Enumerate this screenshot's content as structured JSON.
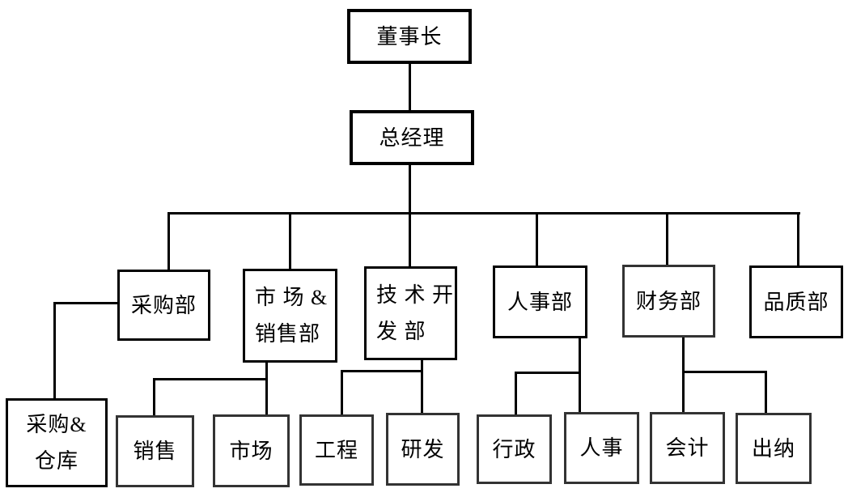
{
  "diagram": {
    "type": "org-chart",
    "background": "#ffffff",
    "colors": {
      "line": "#000000",
      "box_border": "#000000",
      "box_border_secondary": "#333333",
      "text": "#000000"
    },
    "nodes": {
      "chairman": {
        "label": "董事长"
      },
      "general_manager": {
        "label": "总经理"
      },
      "purchasing_dept": {
        "label": "采购部"
      },
      "market_sales_dept": {
        "label": "市场&销售部",
        "line1": "市 场 &",
        "line2": "销售部"
      },
      "tech_dev_dept": {
        "label": "技术开发部",
        "line1": "技 术 开",
        "line2": "发 部"
      },
      "hr_dept": {
        "label": "人事部"
      },
      "finance_dept": {
        "label": "财务部"
      },
      "quality_dept": {
        "label": "品质部"
      },
      "purchasing_warehouse": {
        "label": "采购&仓库",
        "line1": "采购&",
        "line2": "仓库"
      },
      "sales": {
        "label": "销售"
      },
      "market": {
        "label": "市场"
      },
      "engineering": {
        "label": "工程"
      },
      "rnd": {
        "label": "研发"
      },
      "admin": {
        "label": "行政"
      },
      "hr": {
        "label": "人事"
      },
      "accounting": {
        "label": "会计"
      },
      "cashier": {
        "label": "出纳"
      }
    },
    "edges": [
      {
        "from": "chairman",
        "to": "general_manager"
      },
      {
        "from": "general_manager",
        "to": "purchasing_dept"
      },
      {
        "from": "general_manager",
        "to": "market_sales_dept"
      },
      {
        "from": "general_manager",
        "to": "tech_dev_dept"
      },
      {
        "from": "general_manager",
        "to": "hr_dept"
      },
      {
        "from": "general_manager",
        "to": "finance_dept"
      },
      {
        "from": "general_manager",
        "to": "quality_dept"
      },
      {
        "from": "purchasing_dept",
        "to": "purchasing_warehouse"
      },
      {
        "from": "market_sales_dept",
        "to": "sales"
      },
      {
        "from": "market_sales_dept",
        "to": "market"
      },
      {
        "from": "tech_dev_dept",
        "to": "engineering"
      },
      {
        "from": "tech_dev_dept",
        "to": "rnd"
      },
      {
        "from": "hr_dept",
        "to": "admin"
      },
      {
        "from": "hr_dept",
        "to": "hr"
      },
      {
        "from": "finance_dept",
        "to": "accounting"
      },
      {
        "from": "finance_dept",
        "to": "cashier"
      }
    ]
  }
}
